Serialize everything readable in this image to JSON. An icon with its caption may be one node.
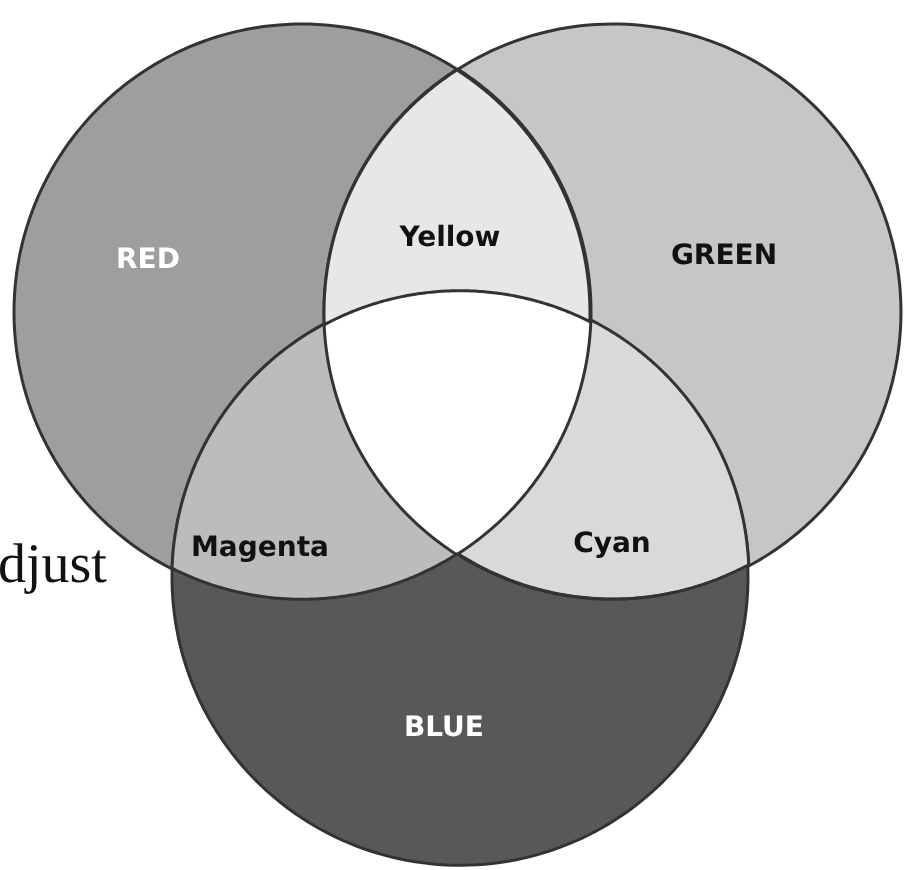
{
  "diagram": {
    "nodes": [
      {
        "text": [
          "RED"
        ]
      },
      {
        "text": [
          "Yellow"
        ]
      },
      {
        "text": [
          "GREEN"
        ]
      },
      {
        "text": [
          "Magenta"
        ]
      },
      {
        "text": [
          "Cyan"
        ]
      },
      {
        "text": [
          "BLUE"
        ]
      }
    ],
    "labels": [
      "djust"
    ]
  }
}
